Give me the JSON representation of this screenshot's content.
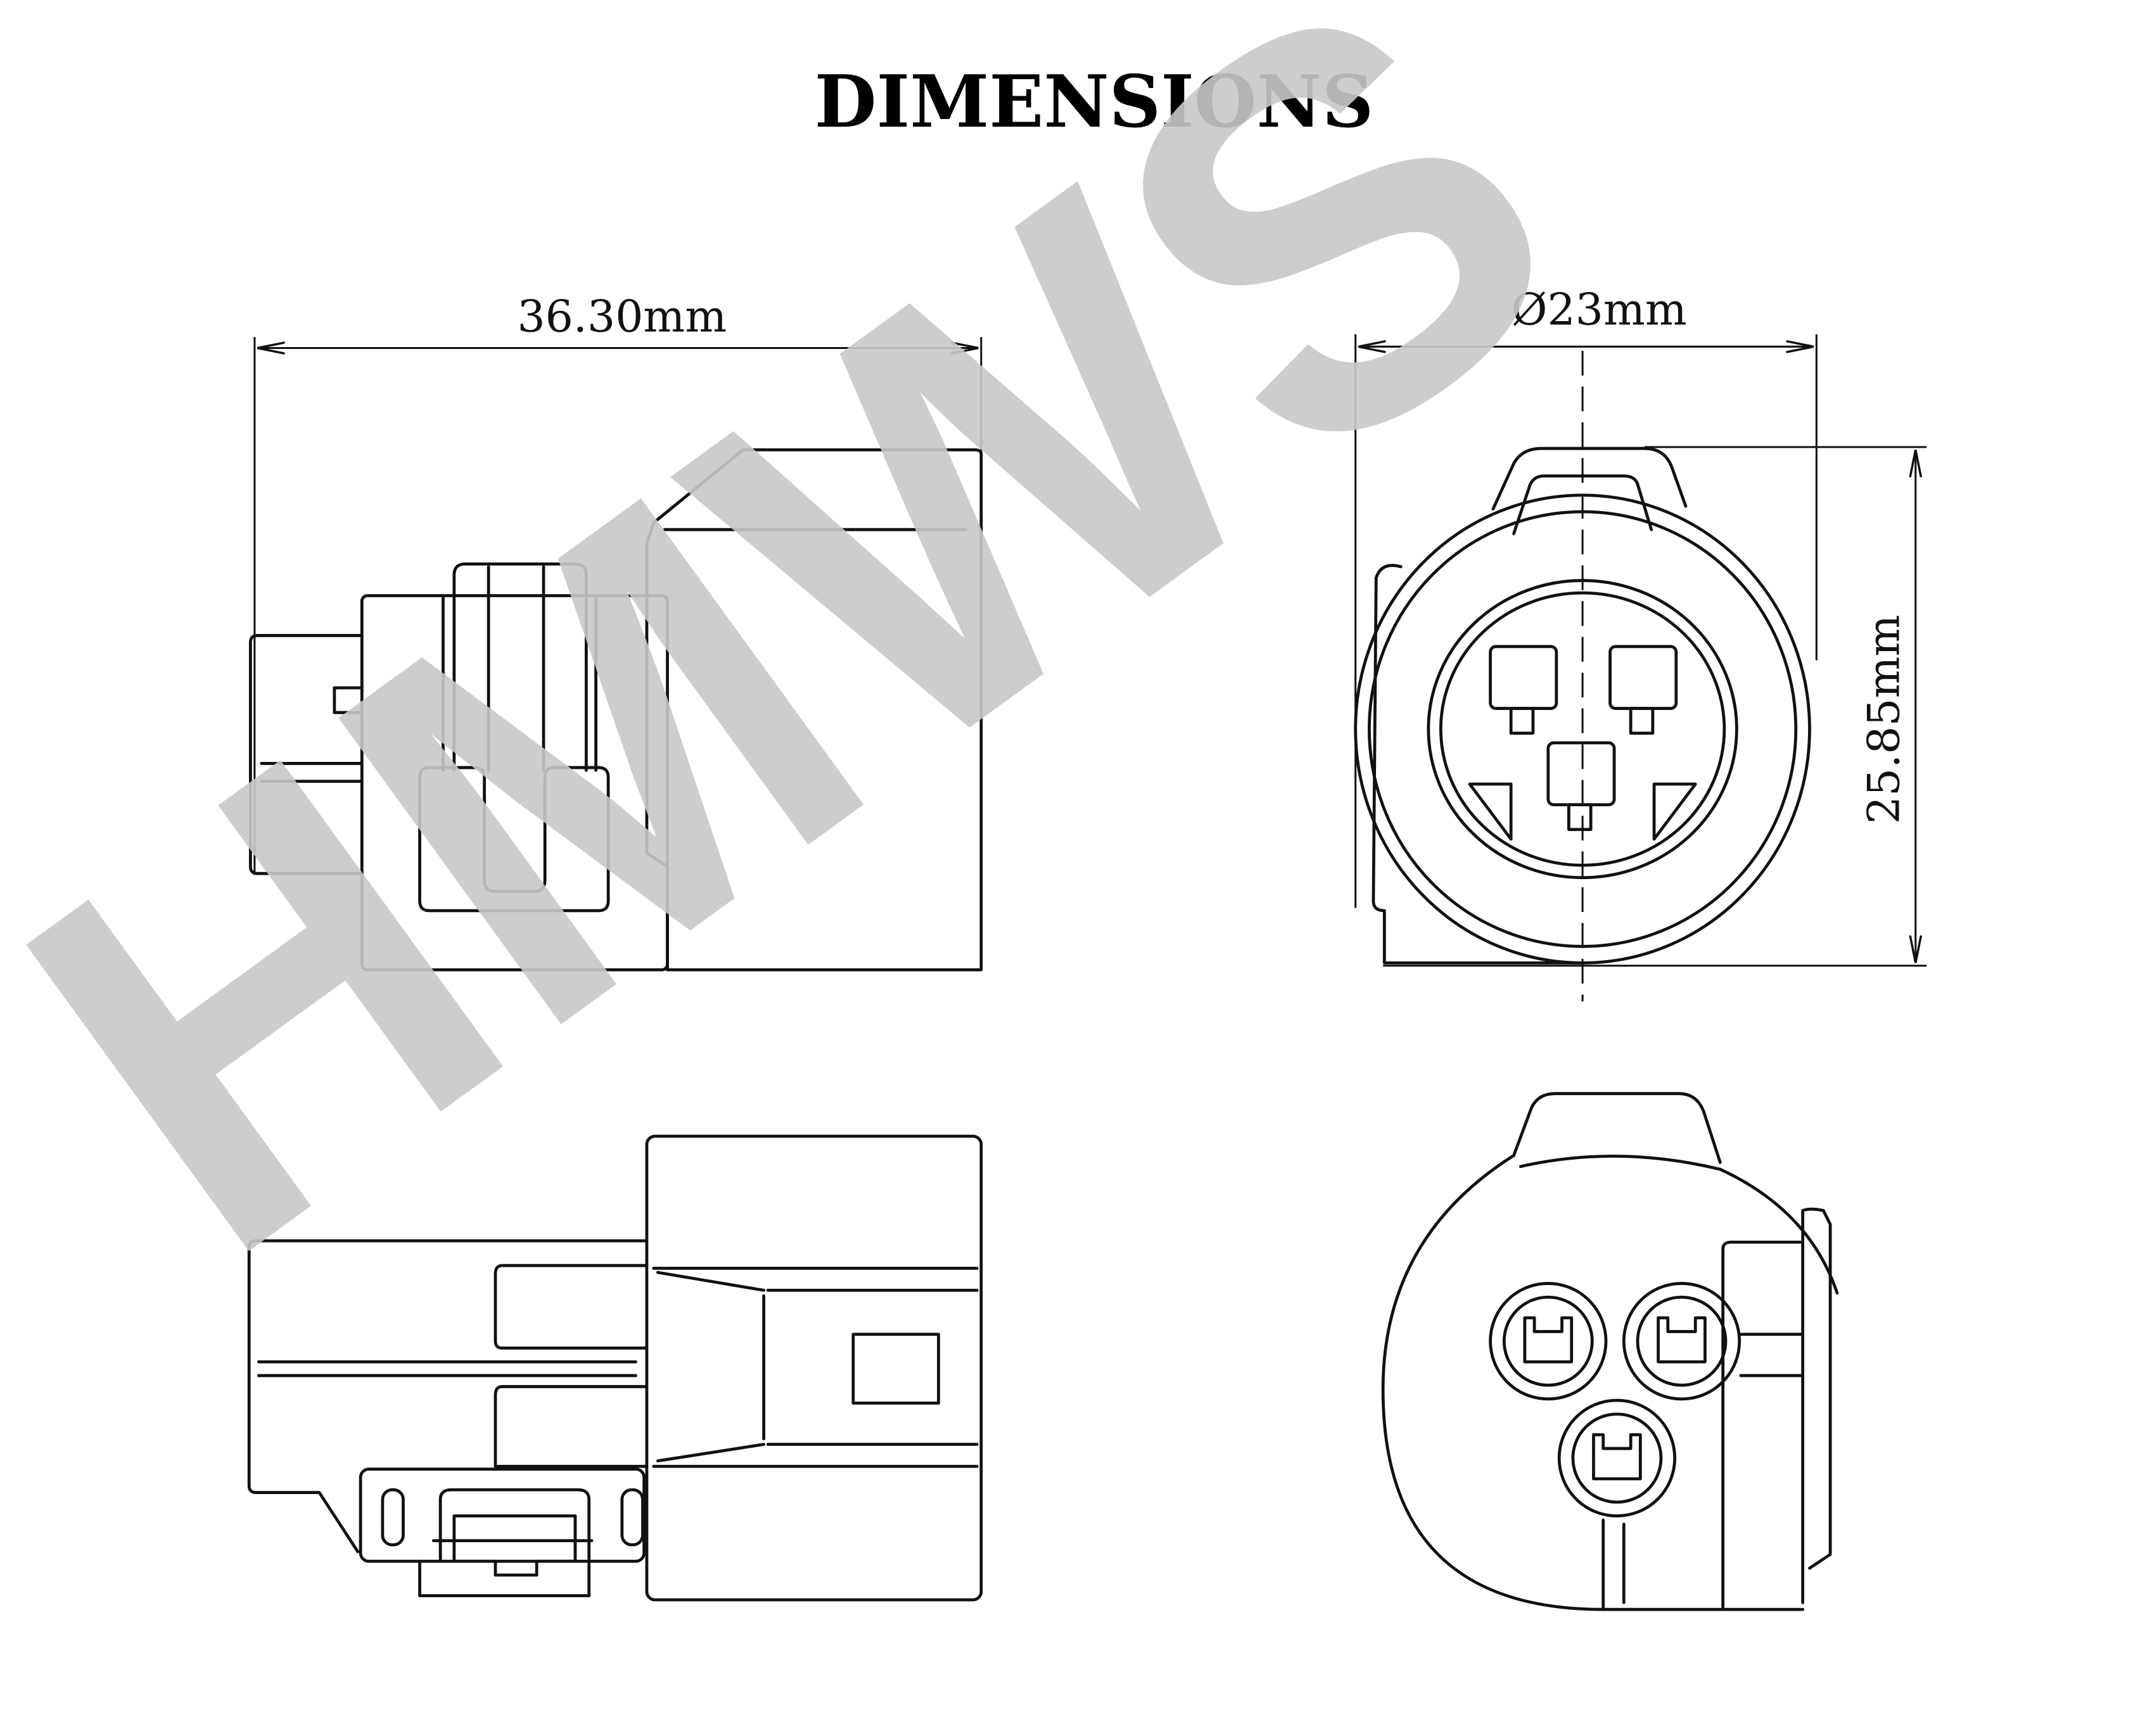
{
  "title": "DIMENSIONS",
  "watermark": "HMWS",
  "dimensions": {
    "length": "36.30mm",
    "diameter": "Ø23mm",
    "height": "25.85mm"
  },
  "colors": {
    "line": "#111111",
    "watermark": "#c8c8c8",
    "background": "#ffffff"
  }
}
